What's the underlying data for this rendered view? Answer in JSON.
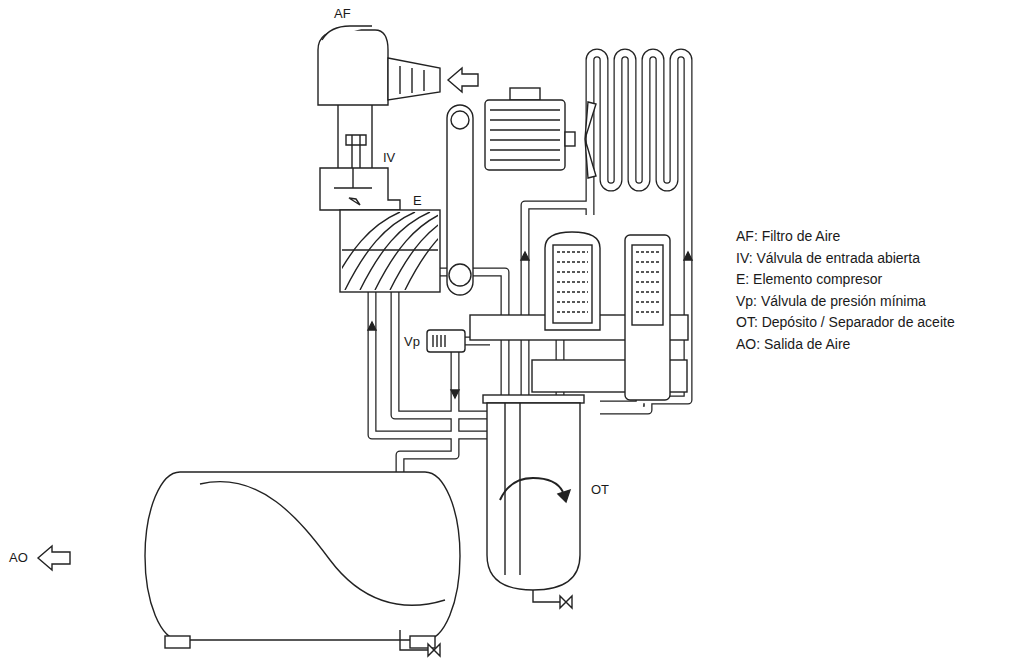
{
  "diagram": {
    "labels": [
      "AF",
      "IV",
      "E",
      "Vp",
      "OT",
      "AO"
    ],
    "legend": [
      {
        "text": "AF: Filtro de Aire"
      },
      {
        "text": "IV: Válvula de entrada abierta"
      },
      {
        "text": "E: Elemento compresor"
      },
      {
        "text": "Vp: Válvula de presión mínima"
      },
      {
        "text": "OT: Depósito / Separador de aceite"
      },
      {
        "text": "AO: Salida de Aire"
      }
    ]
  }
}
